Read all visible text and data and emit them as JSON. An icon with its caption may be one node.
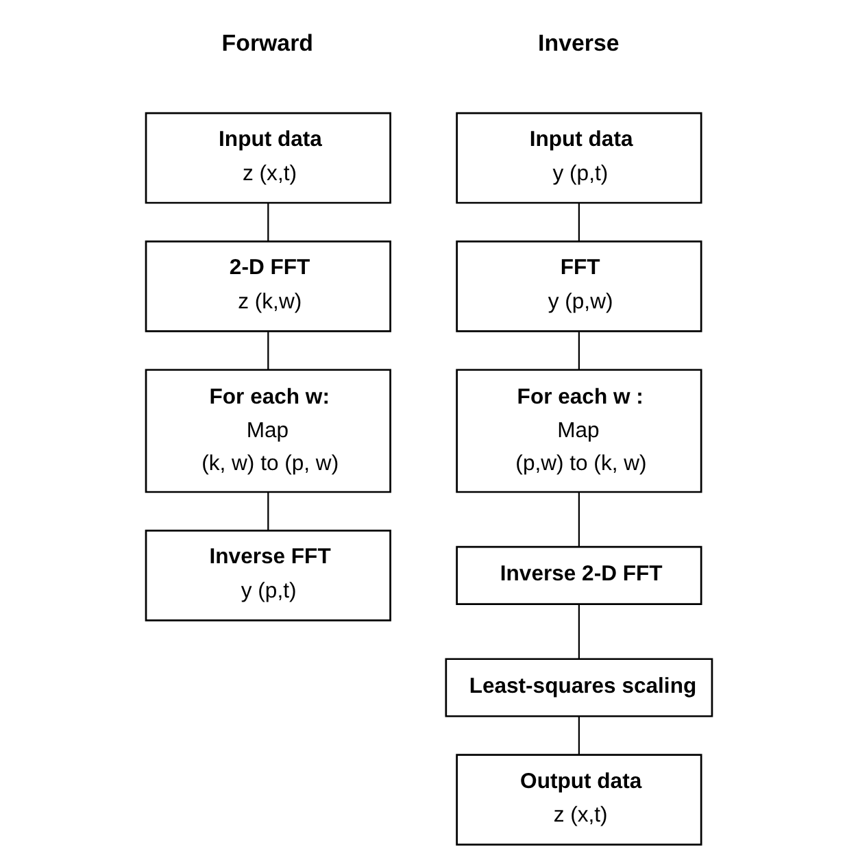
{
  "diagram": {
    "nodes": [
      {
        "text": [
          "Input data",
          "z (x,t)"
        ]
      },
      {
        "text": [
          "2-D FFT",
          "z (k,w)"
        ]
      },
      {
        "text": [
          "For each w:",
          "Map",
          "(k, w) to (p, w)"
        ]
      },
      {
        "text": [
          "Inverse FFT",
          "y (p,t)"
        ]
      },
      {
        "text": [
          "Input data",
          "y (p,t)"
        ]
      },
      {
        "text": [
          "FFT",
          "y (p,w)"
        ]
      },
      {
        "text": [
          "For each w :",
          "Map",
          "(p,w) to (k, w)"
        ]
      },
      {
        "text": [
          "Inverse 2-D FFT"
        ]
      },
      {
        "text": [
          "Least-squares scaling"
        ]
      },
      {
        "text": [
          "Output data",
          "z (x,t)"
        ]
      }
    ],
    "edges": [
      {
        "from": 0,
        "to": 1,
        "arrow": "none"
      },
      {
        "from": 1,
        "to": 2,
        "arrow": "none"
      },
      {
        "from": 2,
        "to": 3,
        "arrow": "none"
      },
      {
        "from": 4,
        "to": 5,
        "arrow": "none"
      },
      {
        "from": 5,
        "to": 6,
        "arrow": "none"
      },
      {
        "from": 6,
        "to": 7,
        "arrow": "none"
      },
      {
        "from": 7,
        "to": 8,
        "arrow": "none"
      },
      {
        "from": 8,
        "to": 9,
        "arrow": "none"
      }
    ],
    "labels": [
      "Forward",
      "Inverse"
    ]
  }
}
